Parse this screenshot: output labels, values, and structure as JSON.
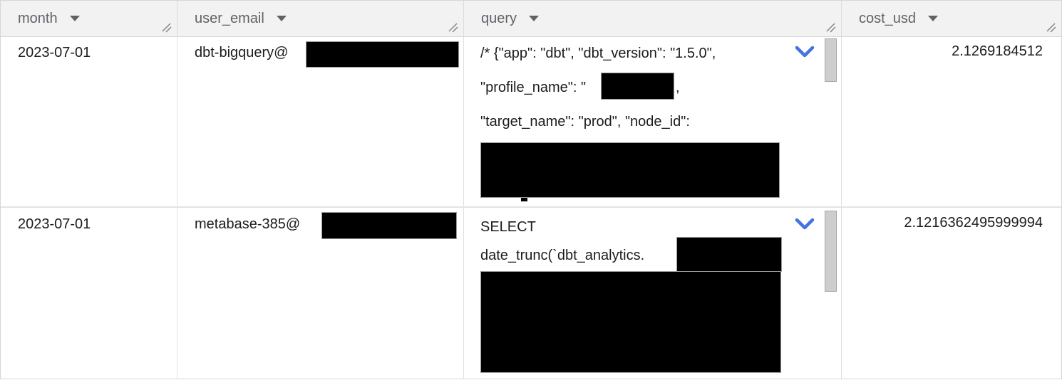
{
  "header": {
    "columns": [
      {
        "label": "month"
      },
      {
        "label": "user_email"
      },
      {
        "label": "query"
      },
      {
        "label": "cost_usd"
      }
    ]
  },
  "rows": [
    {
      "month": "2023-07-01",
      "user_email": "dbt-bigquery@",
      "user_email_redacted": true,
      "query": {
        "line1": "/* {\"app\": \"dbt\", \"dbt_version\": \"1.5.0\",",
        "line2_prefix": "\"profile_name\": \"",
        "line2_suffix": ",",
        "line3": "\"target_name\": \"prod\", \"node_id\":",
        "rest_redacted": true
      },
      "cost_usd": "2.1269184512"
    },
    {
      "month": "2023-07-01",
      "user_email": "metabase-385@",
      "user_email_redacted": true,
      "query": {
        "line1": "SELECT",
        "line2": "date_trunc(`dbt_analytics.",
        "rest_redacted": true
      },
      "cost_usd": "2.1216362495999994"
    }
  ],
  "icons": {
    "header_sort": "dropdown-arrow",
    "expand_cell": "chevron-down",
    "column_resize": "resize-handle"
  },
  "colors": {
    "header_bg": "#f2f2f2",
    "header_text": "#5f6368",
    "body_text": "#1c1c1c",
    "grid_border": "#e0e0e0",
    "chevron_blue": "#4374e0",
    "redaction_black": "#000000",
    "scrollbar_thumb": "#cdcdcd"
  }
}
